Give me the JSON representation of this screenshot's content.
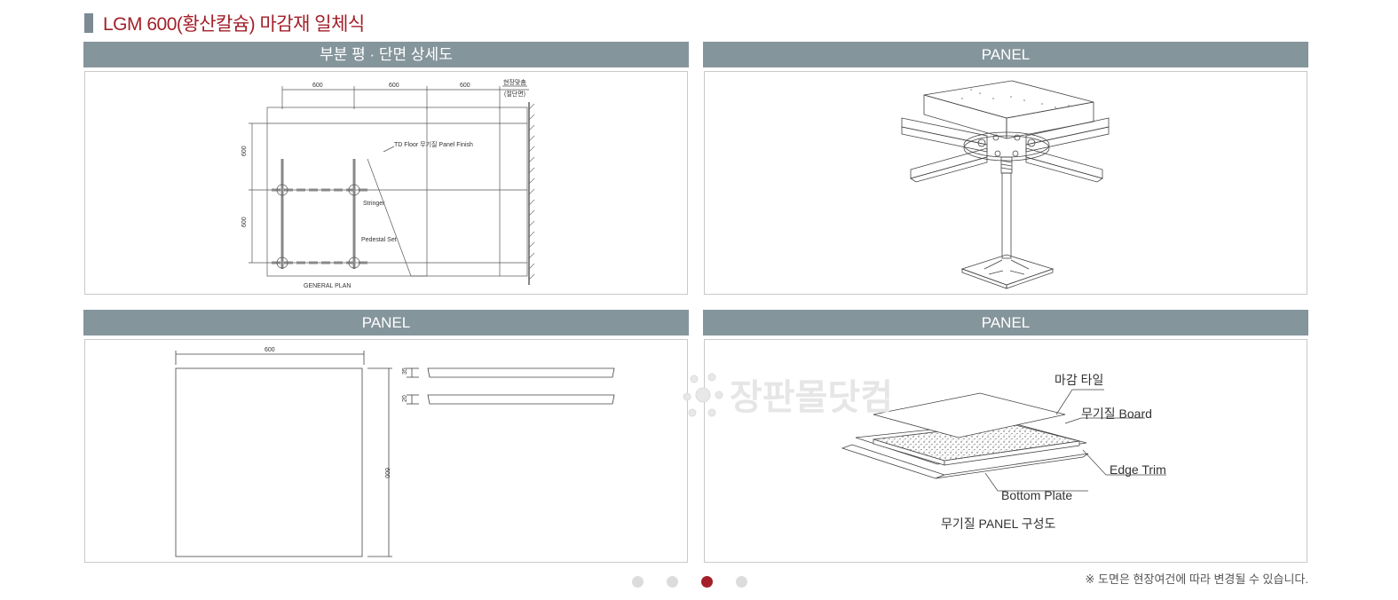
{
  "page": {
    "title": "LGM 600(황산칼슘) 마감재 일체식",
    "note": "※ 도면은 현장여건에 따라 변경될 수 있습니다."
  },
  "panels": [
    {
      "heading": "부분 평 · 단면 상세도",
      "labels": {
        "dim1": "600",
        "dim2": "600",
        "dim3": "600",
        "field_top": "현장맞춤",
        "field_bottom": "(절단면)",
        "side1": "600",
        "side2": "600",
        "finish": "TD Floor 무기질 Panel Finish",
        "stringer": "Stringer",
        "pedestal": "Pedestal Set",
        "plan": "GENERAL PLAN"
      }
    },
    {
      "heading": "PANEL"
    },
    {
      "heading": "PANEL",
      "labels": {
        "top": "600",
        "side": "600",
        "t1": "35",
        "t2": "20"
      }
    },
    {
      "heading": "PANEL",
      "labels": {
        "tile": "마감 타일",
        "board": "무기질 Board",
        "edge": "Edge Trim",
        "bottom": "Bottom Plate",
        "caption": "무기질 PANEL 구성도"
      }
    }
  ],
  "watermark": "장판몰닷컴",
  "pagination": {
    "count": 4,
    "active": 3
  },
  "colors": {
    "accent": "#a3202a",
    "header": "#85959c",
    "dot": "#dcdcdc"
  }
}
